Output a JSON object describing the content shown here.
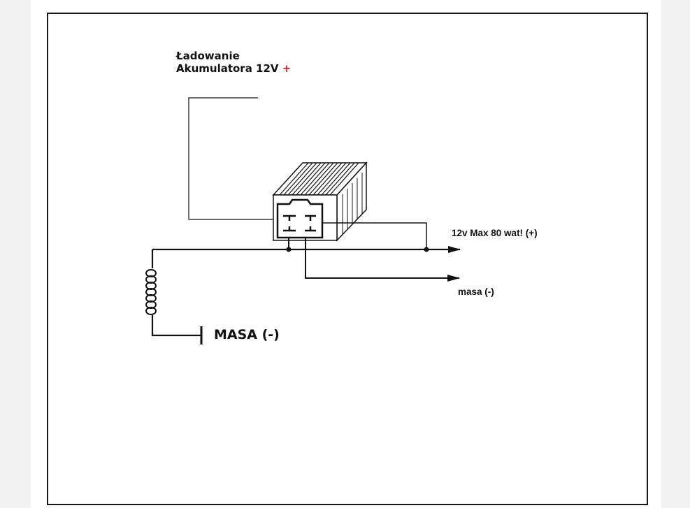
{
  "labels": {
    "charge_line1": "Ładowanie",
    "charge_line2": "Akumulatora 12V",
    "charge_sign": "+",
    "output_12v": "12v  Max 80 wat! (+)",
    "ground_small": "masa (-)",
    "ground_big": "MASA (-)"
  },
  "colors": {
    "wire": "#111111",
    "plus_sign": "#e0201e",
    "frame": "#1a1a1a"
  },
  "icons": {
    "regulator": "voltage-regulator-icon",
    "coil": "coil-inductor-icon",
    "ground": "ground-terminal-icon"
  }
}
